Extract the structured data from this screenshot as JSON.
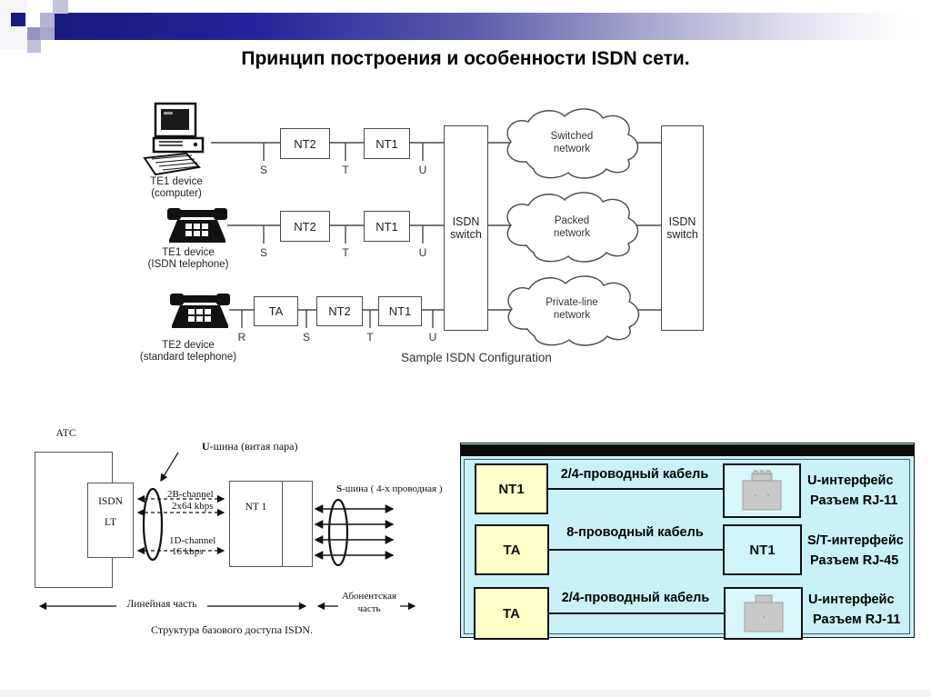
{
  "slide": {
    "title": "Принцип построения и особенности ISDN сети."
  },
  "colors": {
    "accent_navy": "#1c1c86",
    "panel_bg": "#c9f2f8",
    "box_yellow": "#ffffc8",
    "strip_black": "#0a0a0a",
    "diagram_stroke": "#4a4a4a"
  },
  "sample_configuration": {
    "caption": "Sample ISDN Configuration",
    "switch_left": "ISDN switch",
    "switch_right": "ISDN switch",
    "clouds": [
      "Switched network",
      "Packed network",
      "Private-line network"
    ],
    "rows": [
      {
        "device": "TE1 device",
        "device_type": "(computer)",
        "boxes": [
          "NT2",
          "NT1"
        ],
        "refs": [
          "S",
          "T",
          "U"
        ]
      },
      {
        "device": "TE1 device",
        "device_type": "(ISDN telephone)",
        "boxes": [
          "NT2",
          "NT1"
        ],
        "refs": [
          "S",
          "T",
          "U"
        ]
      },
      {
        "device": "TE2 device",
        "device_type": "(standard telephone)",
        "boxes": [
          "TA",
          "NT2",
          "NT1"
        ],
        "refs": [
          "R",
          "S",
          "T",
          "U"
        ]
      }
    ]
  },
  "basic_access": {
    "atc": "АТС",
    "isdn_lt": [
      "ISDN",
      "LT"
    ],
    "u_bus": {
      "bold": "U",
      "rest": "-шина (витая пара)"
    },
    "s_bus": {
      "bold": "S",
      "rest": "-шина ( 4-х проводная )"
    },
    "channels": {
      "b_line1": "2B-channel",
      "b_line2": "2x64 kbps",
      "d_line1": "1D-channel",
      "d_line2": "16 kbps"
    },
    "nt1": "NT 1",
    "linear_part": "Линейная часть",
    "subscriber_part": [
      "Абонентская",
      "часть"
    ],
    "caption": "Структура базового доступа ISDN."
  },
  "interface_panel": {
    "rows": [
      {
        "left": "NT1",
        "cable": "2/4-проводный кабель",
        "right_type": "rj11-connector",
        "iface": "U-интерфейс",
        "jack": "Разъем RJ-11"
      },
      {
        "left": "TA",
        "cable": "8-проводный кабель",
        "right_type": "box",
        "right_label": "NT1",
        "iface": "S/T-интерфейс",
        "jack": "Разъем RJ-45"
      },
      {
        "left": "TA",
        "cable": "2/4-проводный кабель",
        "right_type": "rj11-connector",
        "iface": "U-интерфейс",
        "jack": "Разъем RJ-11"
      }
    ]
  }
}
